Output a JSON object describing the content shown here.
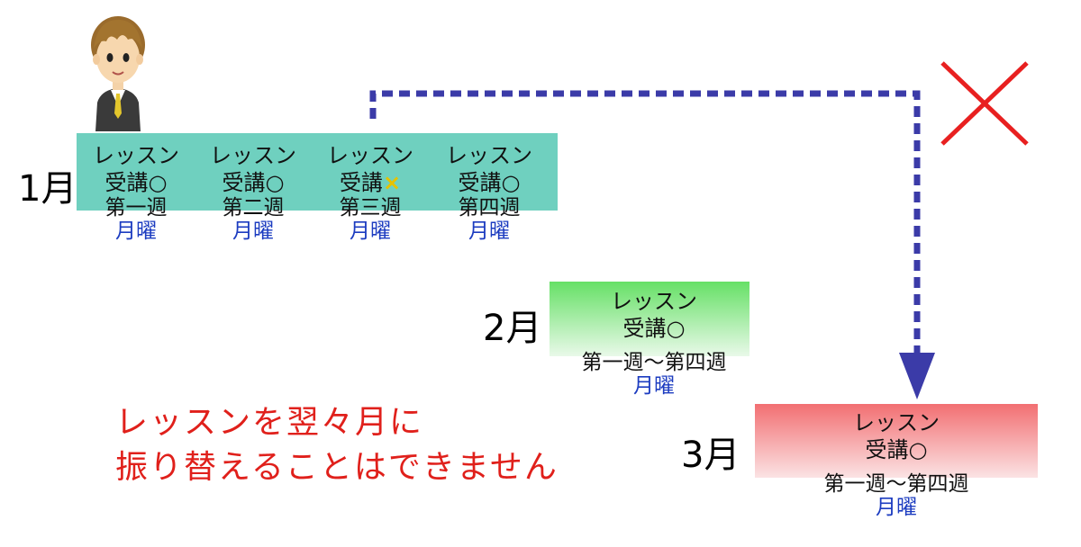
{
  "months": {
    "jan": "1月",
    "feb": "2月",
    "mar": "3月"
  },
  "jan_columns": [
    {
      "lesson": "レッスン",
      "attend": "受講",
      "mark": "○",
      "week": "第一週",
      "day": "月曜"
    },
    {
      "lesson": "レッスン",
      "attend": "受講",
      "mark": "○",
      "week": "第二週",
      "day": "月曜"
    },
    {
      "lesson": "レッスン",
      "attend": "受講",
      "mark": "×",
      "week": "第三週",
      "day": "月曜"
    },
    {
      "lesson": "レッスン",
      "attend": "受講",
      "mark": "○",
      "week": "第四週",
      "day": "月曜"
    }
  ],
  "feb": {
    "lesson": "レッスン",
    "attend": "受講",
    "mark": "○",
    "week": "第一週〜第四週",
    "day": "月曜"
  },
  "mar": {
    "lesson": "レッスン",
    "attend": "受講",
    "mark": "○",
    "week": "第一週〜第四週",
    "day": "月曜"
  },
  "note": {
    "line1": "レッスンを翌々月に",
    "line2": "振り替えることはできません"
  },
  "colors": {
    "jan_band": "#6fd0bf",
    "feb_band": "#66e066",
    "mar_band": "#f26f72",
    "arrow": "#3b3ba8",
    "cross": "#e82020",
    "note": "#e0201b",
    "day_text": "#1c3cc0"
  },
  "icons": {
    "person": "student-avatar-icon",
    "cross": "not-allowed-cross-icon",
    "arrow": "dashed-arrow-icon"
  }
}
